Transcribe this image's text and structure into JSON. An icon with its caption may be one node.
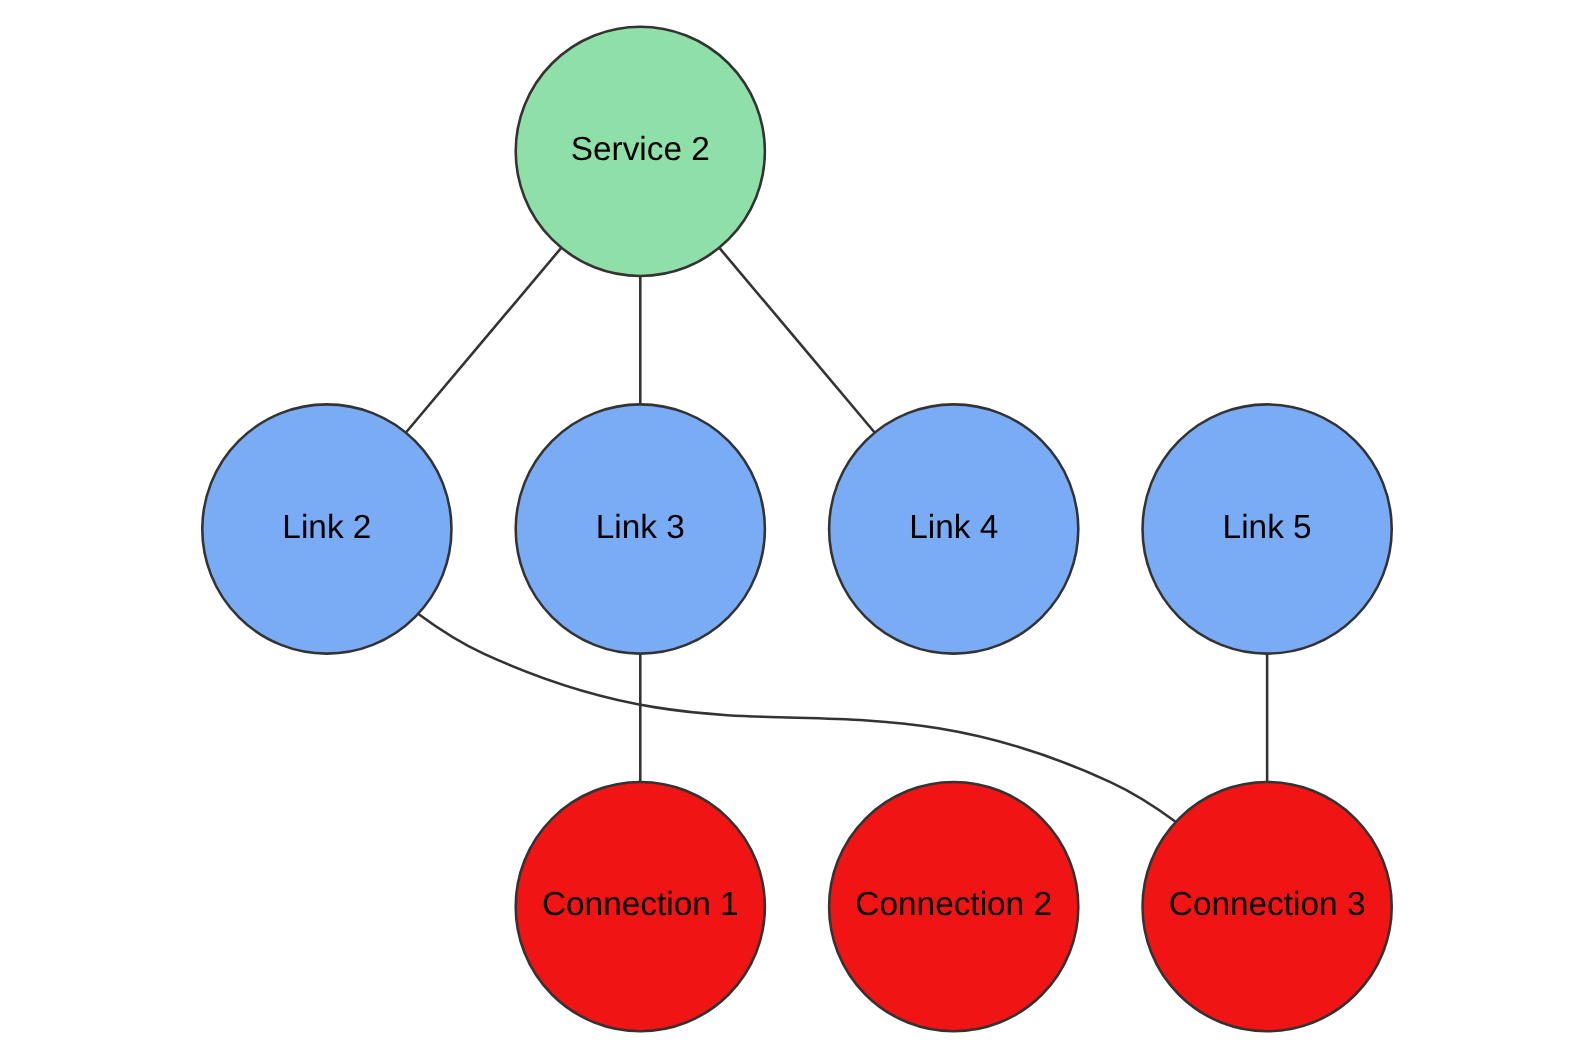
{
  "diagram": {
    "nodes": [
      {
        "text": [
          "Service 2"
        ]
      },
      {
        "text": [
          "Link 2"
        ]
      },
      {
        "text": [
          "Link 3"
        ]
      },
      {
        "text": [
          "Link 4"
        ]
      },
      {
        "text": [
          "Link 5"
        ]
      },
      {
        "text": [
          "Connection 1"
        ]
      },
      {
        "text": [
          "Connection 2"
        ]
      },
      {
        "text": [
          "Connection 3"
        ]
      }
    ],
    "edges": [
      {
        "from": 0,
        "to": 1,
        "arrow": "none"
      },
      {
        "from": 0,
        "to": 2,
        "arrow": "none"
      },
      {
        "from": 0,
        "to": 3,
        "arrow": "none"
      },
      {
        "from": 1,
        "to": 7,
        "arrow": "none"
      },
      {
        "from": 2,
        "to": 5,
        "arrow": "none"
      },
      {
        "from": 4,
        "to": 7,
        "arrow": "none"
      }
    ]
  }
}
